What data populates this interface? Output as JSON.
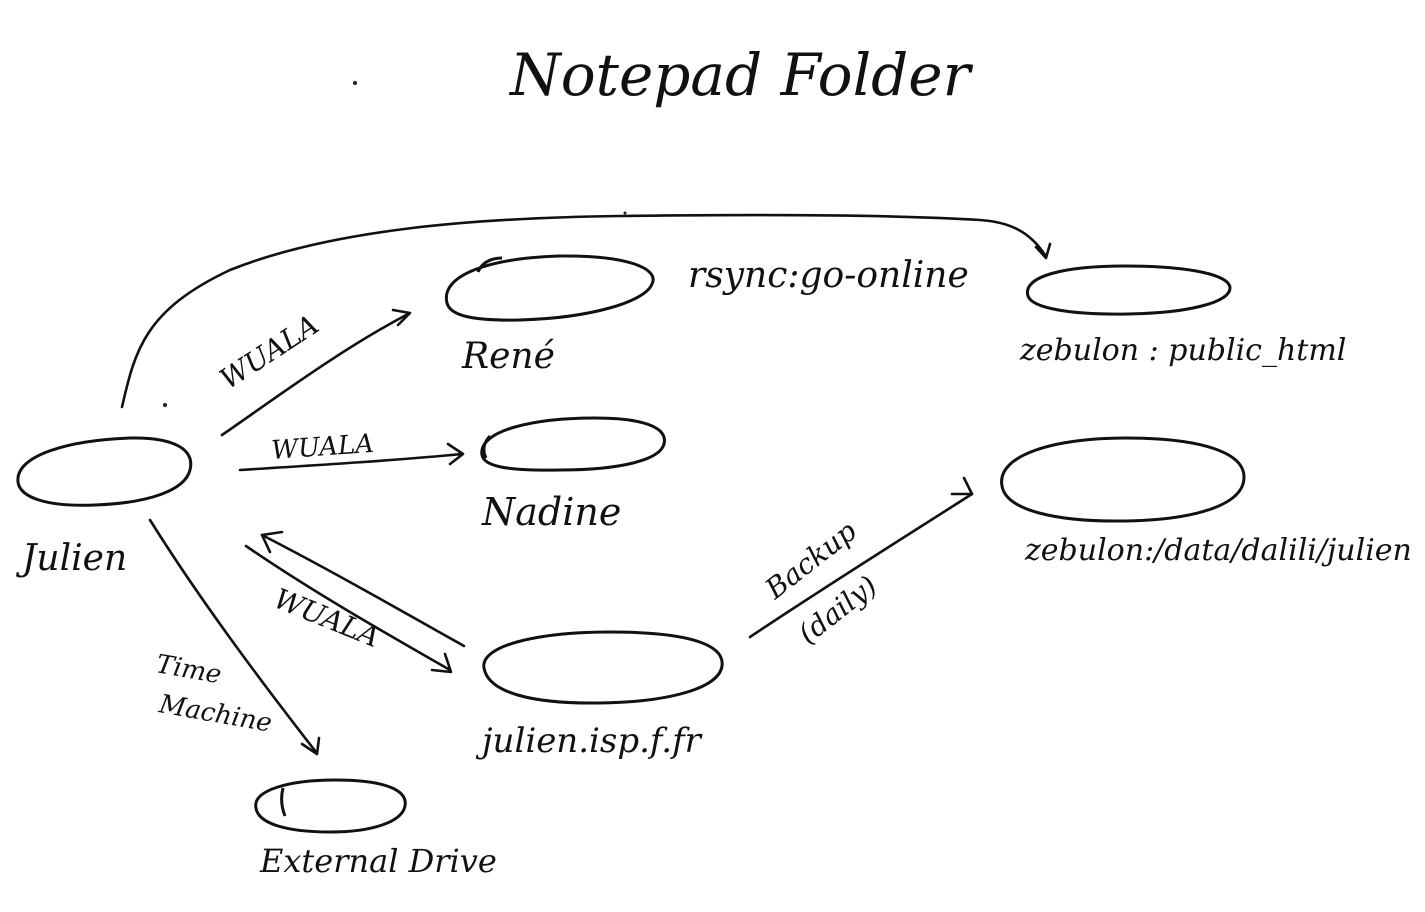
{
  "title": "Notepad Folder",
  "nodes": {
    "julien": "Julien",
    "rene": "René",
    "nadine": "Nadine",
    "julien_isp": "julien.isp.f.fr",
    "external_drive": "External Drive",
    "zebulon_public": "zebulon : public_html",
    "zebulon_data": "zebulon:/data/dalili/julien"
  },
  "edges": {
    "rsync": "rsync:go-online",
    "wuala_rene": "WUALA",
    "wuala_nadine": "WUALA",
    "wuala_isp": "WUALA",
    "time_machine_line1": "Time",
    "time_machine_line2": "Machine",
    "backup_line1": "Backup",
    "backup_line2": "(daily)"
  },
  "colors": {
    "ink": "#111111",
    "paper": "#ffffff"
  }
}
